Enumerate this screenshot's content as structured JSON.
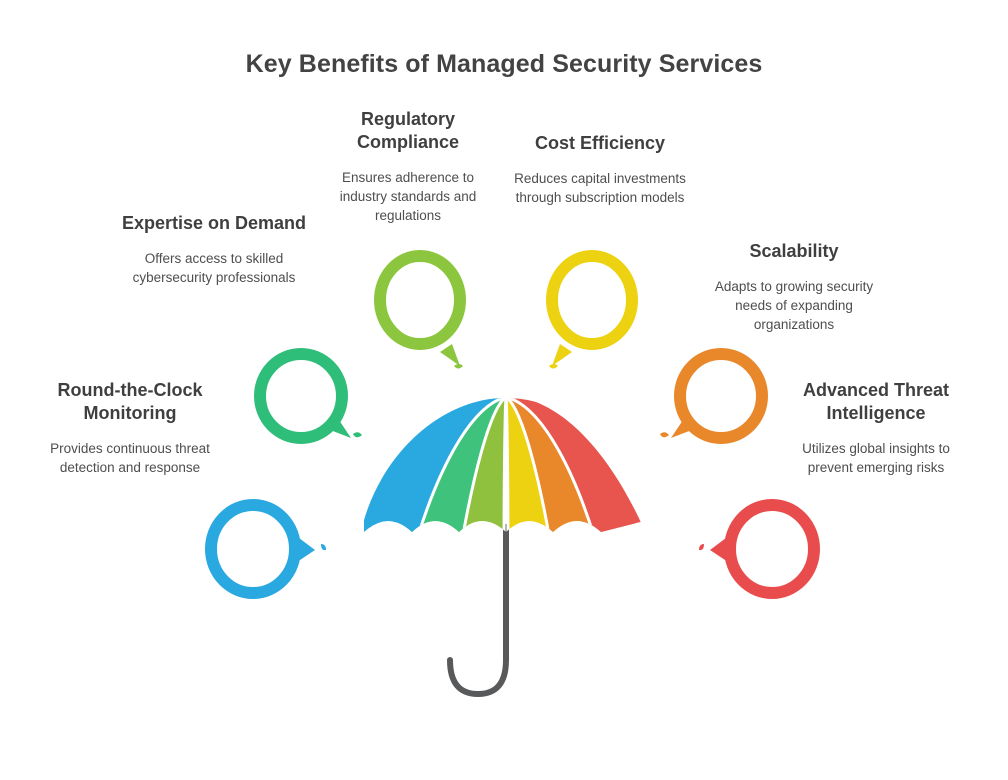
{
  "page": {
    "title": "Key Benefits of Managed Security Services",
    "background_color": "#ffffff",
    "heading_color": "#3f3f3f",
    "body_text_color": "#4e4e4e"
  },
  "benefits": [
    {
      "id": "regulatory-compliance",
      "heading": "Regulatory Compliance",
      "description": "Ensures adherence to industry standards and regulations",
      "color": "#8CC63E",
      "icon": "speech-bubble-ring-icon",
      "tail_direction": "bottom-right"
    },
    {
      "id": "cost-efficiency",
      "heading": "Cost Efficiency",
      "description": "Reduces capital investments through subscription models",
      "color": "#EDD211",
      "icon": "speech-bubble-ring-icon",
      "tail_direction": "bottom-left"
    },
    {
      "id": "expertise-on-demand",
      "heading": "Expertise on Demand",
      "description": "Offers access to skilled cybersecurity professionals",
      "color": "#2FBE79",
      "icon": "speech-bubble-ring-icon",
      "tail_direction": "bottom-right"
    },
    {
      "id": "scalability",
      "heading": "Scalability",
      "description": "Adapts to growing security needs of expanding organizations",
      "color": "#E8882A",
      "icon": "speech-bubble-ring-icon",
      "tail_direction": "bottom-left"
    },
    {
      "id": "round-the-clock-monitoring",
      "heading": "Round-the-Clock Monitoring",
      "description": "Provides continuous threat detection and response",
      "color": "#29A9E0",
      "icon": "speech-bubble-ring-icon",
      "tail_direction": "right"
    },
    {
      "id": "advanced-threat-intelligence",
      "heading": "Advanced Threat Intelligence",
      "description": "Utilizes global insights to prevent emerging risks",
      "color": "#E84C4C",
      "icon": "speech-bubble-ring-icon",
      "tail_direction": "left"
    }
  ],
  "umbrella": {
    "icon": "umbrella-icon",
    "panel_colors": [
      "#29A9E0",
      "#3FC27C",
      "#8FC13E",
      "#EDD211",
      "#E8882A",
      "#E8544E"
    ],
    "seam_color": "#ffffff",
    "handle_color": "#58595B"
  }
}
